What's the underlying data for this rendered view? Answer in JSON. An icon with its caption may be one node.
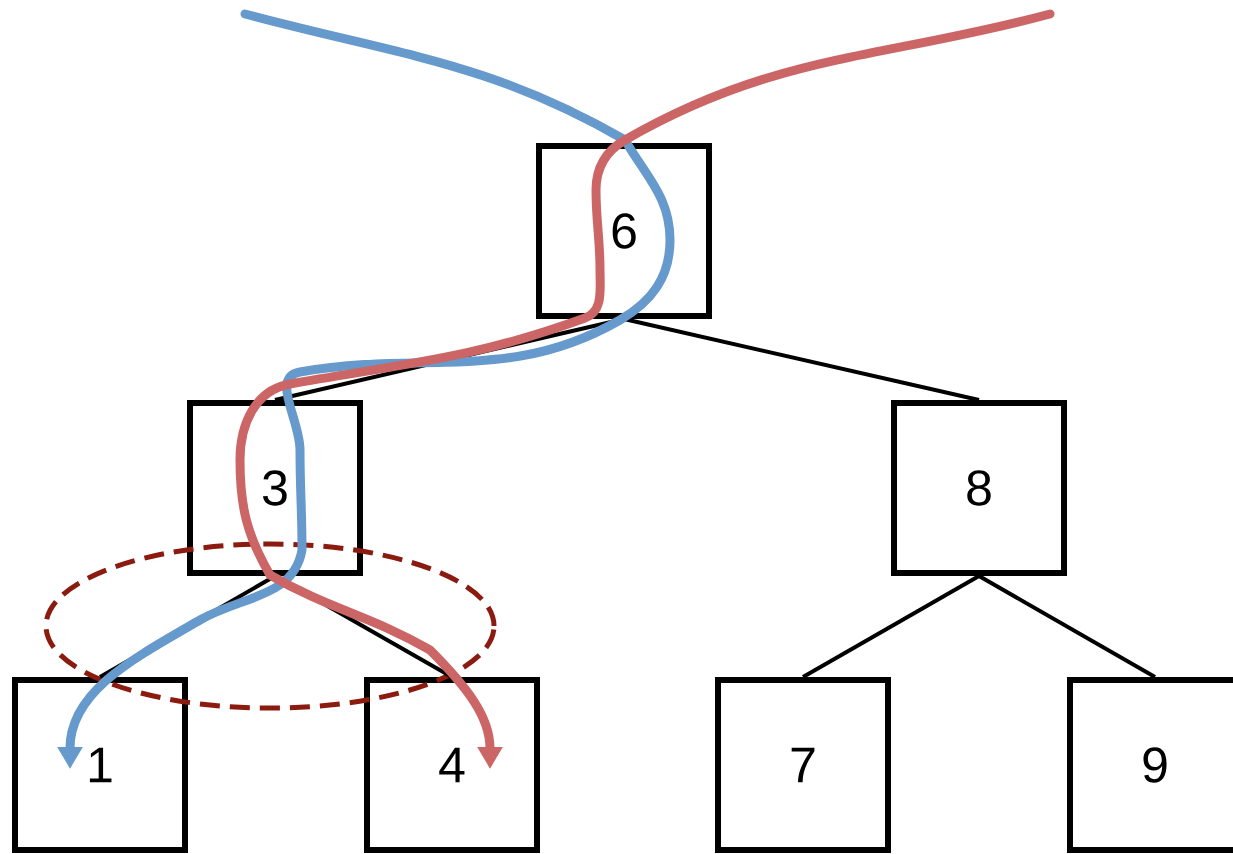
{
  "diagram": {
    "nodes": [
      {
        "text": [
          "6"
        ]
      },
      {
        "text": [
          "3"
        ]
      },
      {
        "text": [
          "8"
        ]
      },
      {
        "text": [
          "1"
        ]
      },
      {
        "text": [
          "4"
        ]
      },
      {
        "text": [
          "7"
        ]
      },
      {
        "text": [
          "9"
        ]
      }
    ],
    "edges": [
      {
        "from": 0,
        "to": 1,
        "arrow": "none"
      },
      {
        "from": 0,
        "to": 2,
        "arrow": "none"
      },
      {
        "from": 1,
        "to": 3,
        "arrow": "none"
      },
      {
        "from": 1,
        "to": 4,
        "arrow": "none"
      },
      {
        "from": 2,
        "to": 5,
        "arrow": "none"
      },
      {
        "from": 2,
        "to": 6,
        "arrow": "none"
      },
      {
        "from": null,
        "to": 3,
        "arrow": "to",
        "style": "thick",
        "color": "#6699cc"
      },
      {
        "from": null,
        "to": 4,
        "arrow": "to",
        "style": "thick",
        "color": "#cc6666"
      }
    ]
  }
}
